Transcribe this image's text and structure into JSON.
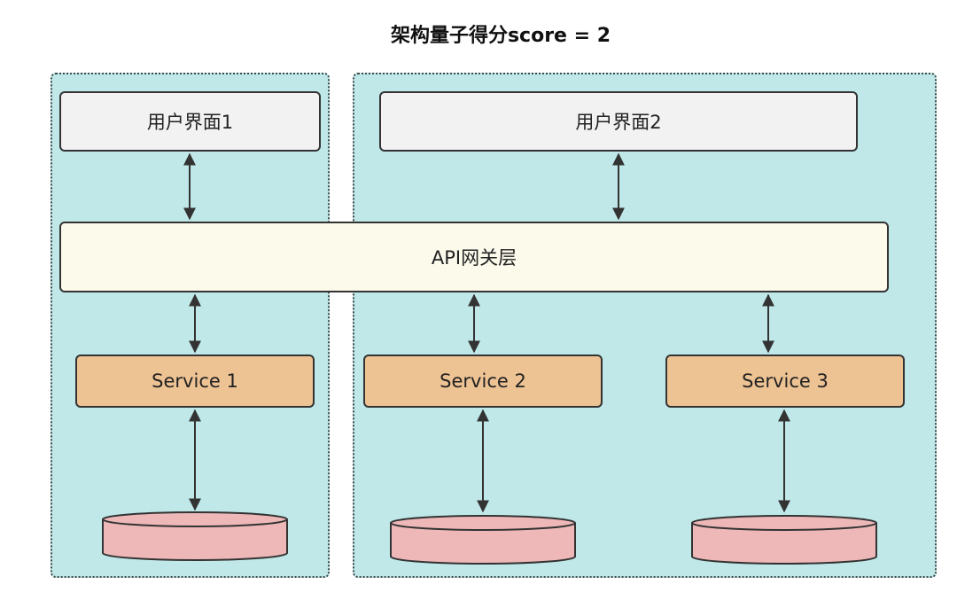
{
  "title": "架构量子得分score = 2",
  "user_interfaces": [
    "用户界面1",
    "用户界面2"
  ],
  "gateway_label": "API网关层",
  "services": [
    "Service 1",
    "Service 2",
    "Service 3"
  ],
  "colors": {
    "group_bg": "#c0e8e9",
    "ui_box": "#f2f2f2",
    "gateway_box": "#fcfaeb",
    "service_box": "#eec394",
    "database": "#efb8b8",
    "border": "#333333"
  }
}
